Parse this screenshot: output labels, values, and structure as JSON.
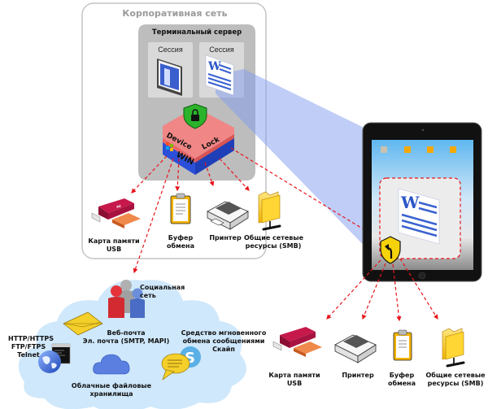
{
  "corporate_network": {
    "title": "Корпоративная сеть",
    "terminal_server": {
      "title": "Терминальный сервер",
      "sessions": [
        {
          "label": "Сессия",
          "icon": "reader-app-icon"
        },
        {
          "label": "Сессия",
          "icon": "word-document-icon"
        }
      ]
    },
    "devicelock": {
      "top_text_1": "Device",
      "top_text_2": "Lock",
      "side_text": "WIN"
    },
    "local_devices": [
      {
        "label_lines": [
          "Карта памяти",
          "USB"
        ],
        "icon": "usb-flash-drive-icon"
      },
      {
        "label_lines": [
          "Буфер",
          "обмена"
        ],
        "icon": "clipboard-icon"
      },
      {
        "label_lines": [
          "Принтер"
        ],
        "icon": "printer-icon"
      },
      {
        "label_lines": [
          "Общие сетевые",
          "ресурсы (SMB)"
        ],
        "icon": "network-folder-icon"
      }
    ]
  },
  "internet_cloud": {
    "items": [
      {
        "label_lines": [
          "Социальная",
          "сеть"
        ],
        "icon": "social-network-icon"
      },
      {
        "label_lines": [
          "Веб-почта",
          "Эл. почта (SMTP, MAPI)"
        ],
        "icon": "email-envelope-icon"
      },
      {
        "label_lines": [
          "HTTP/HTTPS",
          "FTP/FTPS",
          "Telnet"
        ],
        "icon": "web-globe-icon"
      },
      {
        "label_lines": [
          "Средство мгновенного",
          "обмена сообщениями",
          "Скайп"
        ],
        "icon": "instant-messaging-icon"
      },
      {
        "label_lines": [
          "Облачные файловые",
          "хранилища"
        ],
        "icon": "cloud-storage-icon"
      }
    ]
  },
  "tablet": {
    "shield_icon": "devicelock-shield-icon",
    "document_icon": "word-document-icon",
    "devices": [
      {
        "label_lines": [
          "Карта памяти",
          "USB"
        ],
        "icon": "usb-flash-drive-icon"
      },
      {
        "label_lines": [
          "Принтер"
        ],
        "icon": "printer-icon"
      },
      {
        "label_lines": [
          "Буфер",
          "обмена"
        ],
        "icon": "clipboard-icon"
      },
      {
        "label_lines": [
          "Общие сетевые",
          "ресурсы (SMB)"
        ],
        "icon": "network-folder-icon"
      }
    ]
  },
  "colors": {
    "arrow": "#e8141b",
    "corp_border": "#bdbdbd",
    "server_bg": "#b8b8b8",
    "session_bg": "#d9d9d9",
    "beam": "#8fa8f0",
    "cloud": "#cfe8fb",
    "devicelock_top": "#f07c7c",
    "devicelock_side": "#2b4fd8",
    "shield_yellow": "#f5d20a",
    "shield_green": "#2bb32b"
  }
}
